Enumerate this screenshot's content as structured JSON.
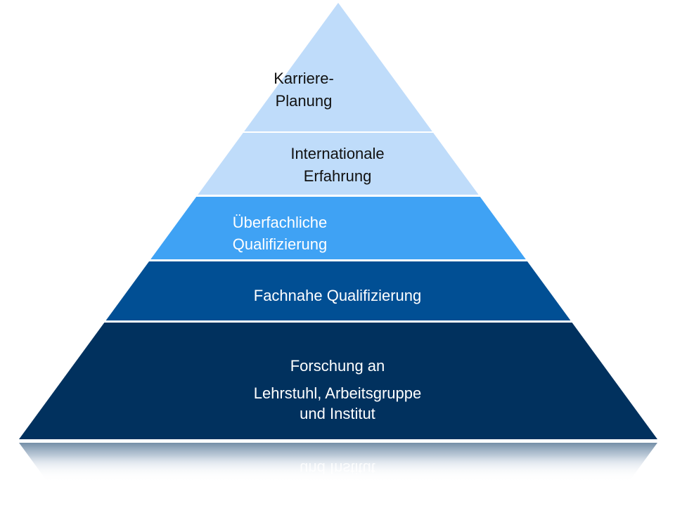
{
  "pyramid": {
    "tiers": [
      {
        "id": "karriere",
        "lines": [
          "Karriere-",
          "Planung"
        ],
        "fill": "#bfdcfa",
        "text_color": "#111111"
      },
      {
        "id": "international",
        "lines": [
          "Internationale",
          "Erfahrung"
        ],
        "fill": "#bfdcfa",
        "text_color": "#111111"
      },
      {
        "id": "ueberfachlich",
        "lines": [
          "Überfachliche",
          "Qualifizierung"
        ],
        "fill": "#3fa2f4",
        "text_color": "#ffffff"
      },
      {
        "id": "fachnah",
        "lines": [
          "Fachnahe Qualifizierung"
        ],
        "fill": "#014f94",
        "text_color": "#ffffff"
      },
      {
        "id": "forschung",
        "lines": [
          "Forschung an",
          "Lehrstuhl, Arbeitsgruppe",
          "und Institut"
        ],
        "fill": "#01315e",
        "text_color": "#ffffff"
      }
    ],
    "reflection_text": "und Institut"
  }
}
